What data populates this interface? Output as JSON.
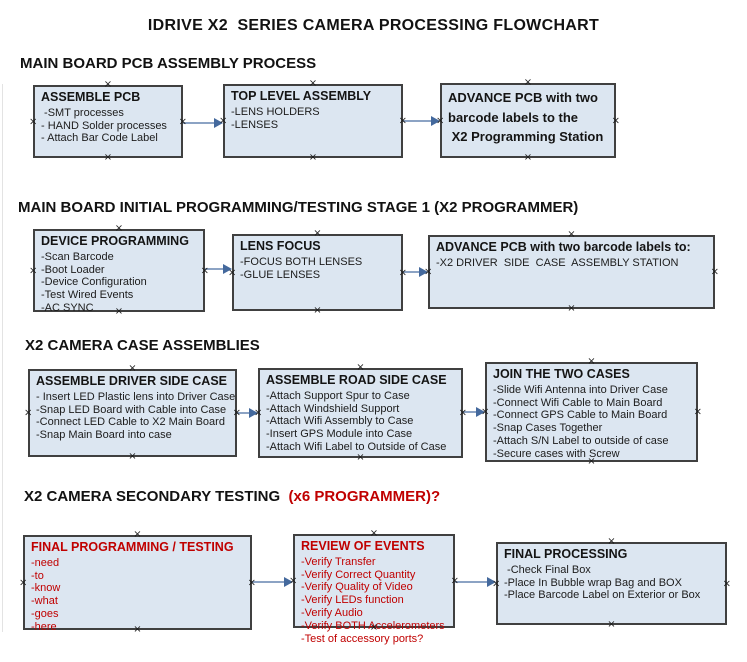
{
  "title": "IDRIVE X2  SERIES CAMERA PROCESSING FLOWCHART",
  "colors": {
    "box_fill": "#dce6f1",
    "box_border": "#404040",
    "arrow_line": "#8ca3c4",
    "arrow_head": "#44699d",
    "accent_red": "#C00000",
    "text": "#111111"
  },
  "icons": {
    "selection_handle": "×"
  },
  "sections": [
    {
      "heading": "MAIN BOARD PCB ASSEMBLY PROCESS",
      "boxes": [
        {
          "title": "ASSEMBLE PCB",
          "items": [
            " -SMT processes",
            "- HAND Solder processes",
            "- Attach Bar Code Label"
          ]
        },
        {
          "title": "TOP LEVEL ASSEMBLY",
          "items": [
            "-LENS HOLDERS",
            "-LENSES"
          ]
        },
        {
          "title": "ADVANCE PCB with two\nbarcode labels to the\n X2 Programming Station",
          "items": []
        }
      ]
    },
    {
      "heading": "MAIN BOARD INITIAL PROGRAMMING/TESTING STAGE 1 (X2 PROGRAMMER)",
      "boxes": [
        {
          "title": "DEVICE PROGRAMMING",
          "items": [
            "-Scan Barcode",
            "-Boot Loader",
            "-Device Configuration",
            "-Test Wired Events",
            "-AC SYNC"
          ]
        },
        {
          "title": "LENS FOCUS",
          "items": [
            "-FOCUS BOTH LENSES",
            "-GLUE LENSES"
          ]
        },
        {
          "title": "ADVANCE PCB with two barcode labels to:",
          "items": [
            "-X2 DRIVER  SIDE  CASE  ASSEMBLY STATION"
          ]
        }
      ]
    },
    {
      "heading": "X2 CAMERA CASE ASSEMBLIES",
      "boxes": [
        {
          "title": "ASSEMBLE DRIVER SIDE CASE",
          "items": [
            "- Insert LED Plastic lens into Driver Case",
            "-Snap LED Board with Cable into Case",
            "-Connect LED Cable to X2 Main Board",
            "-Snap Main Board into case"
          ]
        },
        {
          "title": "ASSEMBLE ROAD SIDE CASE",
          "items": [
            "-Attach Support Spur to Case",
            "-Attach Windshield Support",
            "-Attach Wifi Assembly to Case",
            "-Insert GPS Module into Case",
            "-Attach Wifi Label to Outside of Case"
          ]
        },
        {
          "title": "JOIN THE TWO CASES",
          "items": [
            "-Slide Wifi Antenna into Driver Case",
            "-Connect Wifi Cable to Main Board",
            "-Connect GPS Cable to Main Board",
            "-Snap Cases Together",
            "-Attach S/N Label to outside of case",
            "-Secure cases with Screw"
          ]
        }
      ]
    },
    {
      "heading": "X2 CAMERA SECONDARY TESTING  ",
      "heading_accent": "(x6 PROGRAMMER)?",
      "boxes": [
        {
          "title": "FINAL PROGRAMMING / TESTING",
          "items": [
            "-need",
            "-to",
            "-know",
            "-what",
            "-goes",
            "-here"
          ]
        },
        {
          "title": "REVIEW OF EVENTS",
          "items": [
            "-Verify Transfer",
            "-Verify Correct Quantity",
            "-Verify Quality of Video",
            "-Verify LEDs function",
            "-Verify Audio",
            "-Verify BOTH Accelerometers",
            "-Test of accessory ports?"
          ]
        },
        {
          "title": "FINAL PROCESSING",
          "items": [
            " -Check Final Box",
            "-Place In Bubble wrap Bag and BOX",
            "-Place Barcode Label on Exterior or Box"
          ]
        }
      ]
    }
  ]
}
